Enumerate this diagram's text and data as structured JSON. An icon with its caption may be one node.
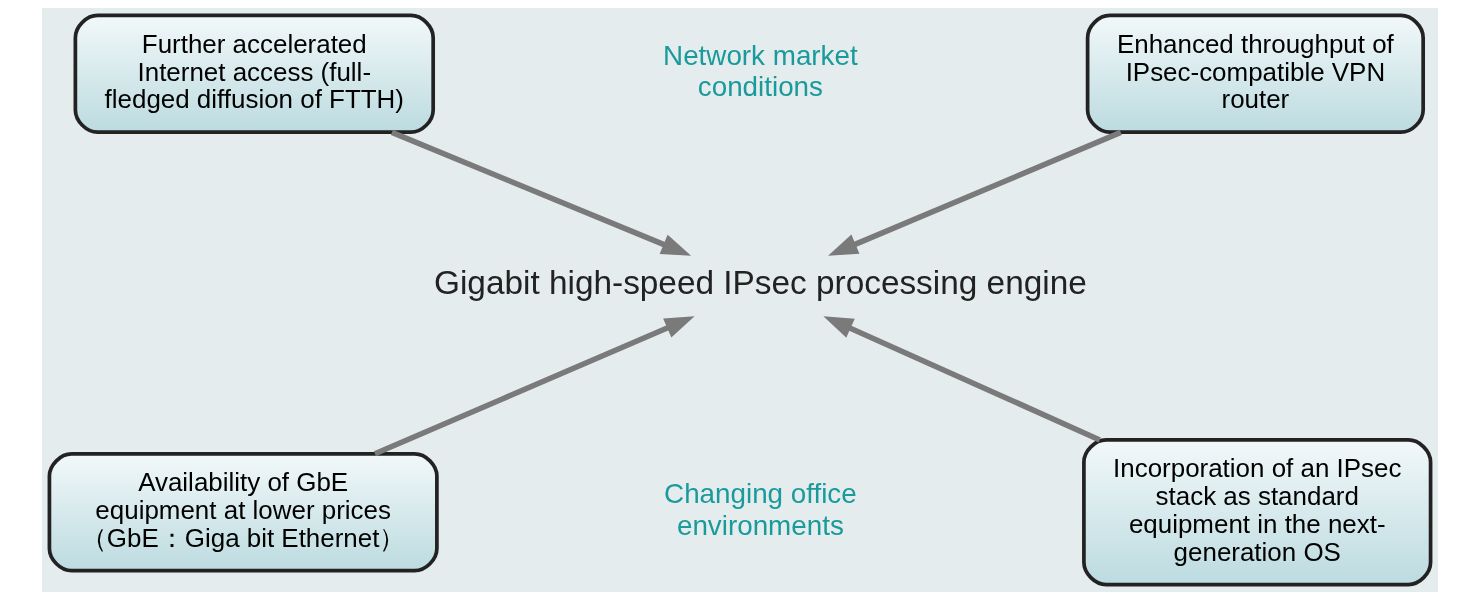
{
  "diagram": {
    "nodes": [
      {
        "text": [
          "Further accelerated Internet access (full-fledged diffusion of FTTH)"
        ]
      },
      {
        "text": [
          "Enhanced throughput of IPsec-compatible VPN router"
        ]
      },
      {
        "text": [
          "Gigabit high-speed IPsec processing engine"
        ]
      },
      {
        "text": [
          "Availability of GbE equipment at lower prices （GbE：Giga bit Ethernet）"
        ]
      },
      {
        "text": [
          "Incorporation of an IPsec stack as standard equipment in the next-generation OS"
        ]
      }
    ],
    "edges": [
      {
        "from": 0,
        "to": 2,
        "arrow": "to"
      },
      {
        "from": 1,
        "to": 2,
        "arrow": "to"
      },
      {
        "from": 3,
        "to": 2,
        "arrow": "to"
      },
      {
        "from": 4,
        "to": 2,
        "arrow": "to"
      }
    ],
    "labels": [
      "Network market conditions",
      "Changing office environments"
    ]
  }
}
